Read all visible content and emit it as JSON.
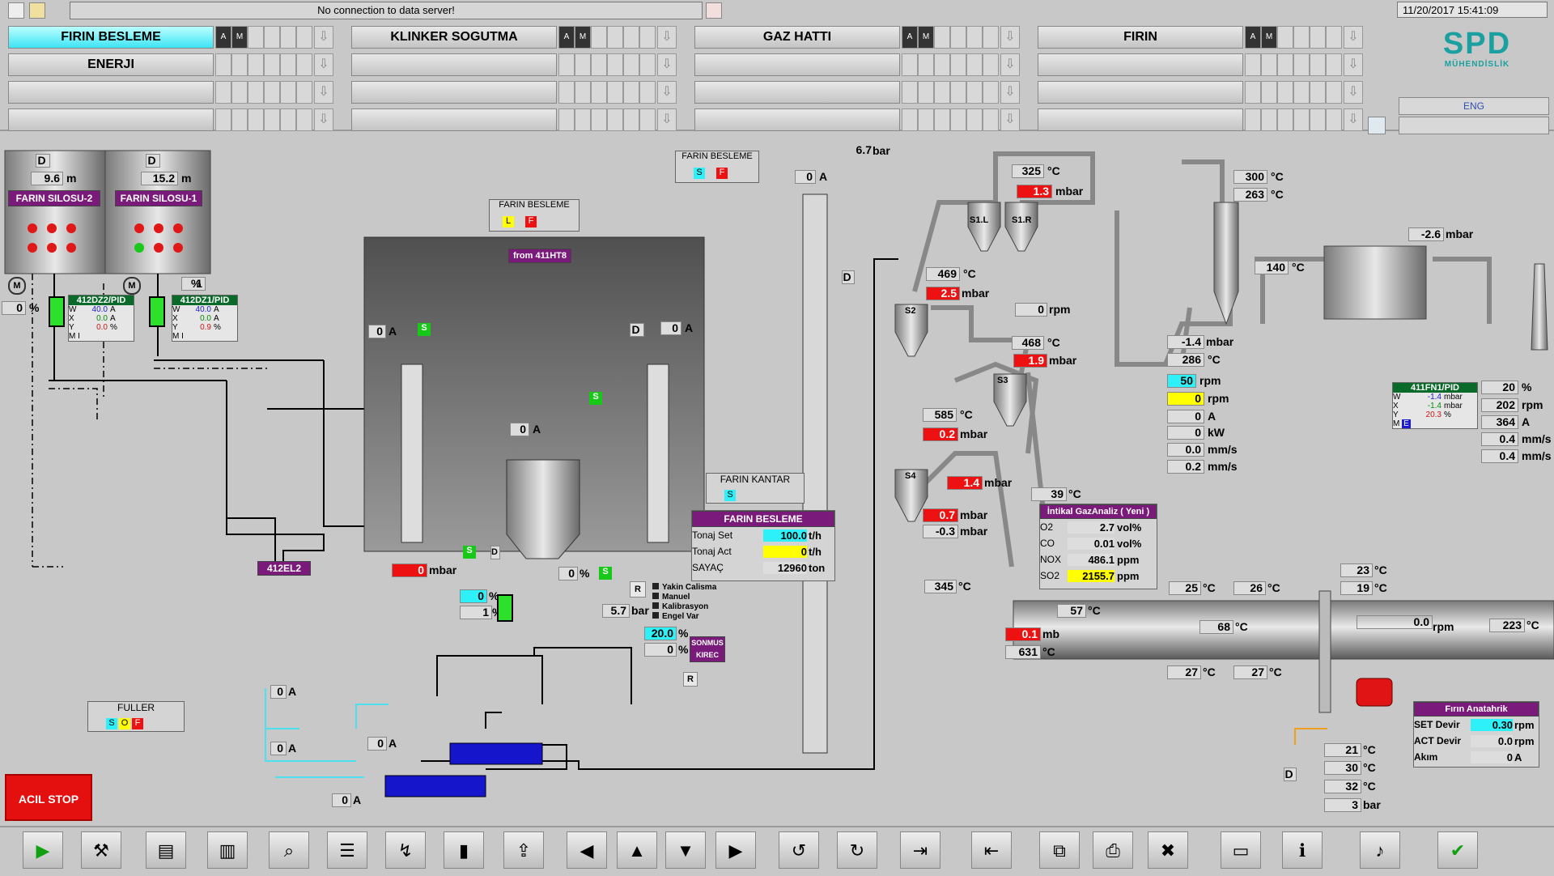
{
  "header": {
    "message": "No connection to data server!",
    "datetime": "11/20/2017 15:41:09",
    "am_a": "A",
    "am_m": "M",
    "logo_big": "SPD",
    "logo_small": "MÜHENDİSLİK",
    "language": "ENG"
  },
  "groups": [
    {
      "label": "FIRIN BESLEME",
      "active": true
    },
    {
      "label": "KLINKER SOGUTMA"
    },
    {
      "label": "GAZ HATTI"
    },
    {
      "label": "FIRIN"
    },
    {
      "label": "ENERJI"
    }
  ],
  "silos": {
    "s2": {
      "mode": "D",
      "level": "9.6",
      "unit": "m",
      "name": "FARIN SILOSU-2",
      "pct": "0",
      "pct_unit": "%"
    },
    "s1": {
      "mode": "D",
      "level": "15.2",
      "unit": "m",
      "name": "FARIN SILOSU-1",
      "pct": "1",
      "pct_unit": "%"
    }
  },
  "pid_412dz2": {
    "title": "412DZ2/PID",
    "w": "40.0",
    "w_u": "A",
    "x": "0.0",
    "x_u": "A",
    "y": "0.0",
    "y_u": "%",
    "m": "M",
    "i": "I"
  },
  "pid_412dz1": {
    "title": "412DZ1/PID",
    "w": "40.0",
    "w_u": "A",
    "x": "0.0",
    "x_u": "A",
    "y": "0.9",
    "y_u": "%",
    "m": "M",
    "i": "I"
  },
  "labels": {
    "w": "W",
    "x": "X",
    "y": "Y",
    "farin_besleme": "FARIN BESLEME",
    "from_411ht8": "from 411HT8",
    "el2": "412EL2",
    "farin_kantar": "FARIN KANTAR",
    "fuller": "FULLER",
    "sonmus_kirec": "SONMUS KIREC",
    "acil_stop": "ACIL STOP",
    "s": "S",
    "l": "L",
    "f": "F",
    "o": "O",
    "d": "D",
    "r": "R",
    "m": "M",
    "e": "E",
    "stage_s1l": "S1.L",
    "stage_s1r": "S1.R",
    "stage_s2": "S2",
    "stage_s3": "S3",
    "stage_s4": "S4",
    "legend1": "Yakin Calisma",
    "legend2": "Manuel",
    "legend3": "Kalibrasyon",
    "legend4": "Engel Var"
  },
  "values": {
    "bar_67": "6.7",
    "bar_unit": "bar",
    "elev_a": "0",
    "a_unit": "A",
    "left_a": "0",
    "right_a": "0",
    "mid_a": "0",
    "mbar_0": "0",
    "mbar_unit": "mbar",
    "pct_0": "0",
    "pct_unit": "%",
    "bar_57": "5.7",
    "pct_20": "20.0",
    "pct_0b": "0",
    "pct_0c": "0",
    "pct_1": "1",
    "a_680": "0",
    "a_750": "0",
    "a_b1": "0",
    "a_b2": "0"
  },
  "kantar": {
    "title": "FARIN BESLEME",
    "rows": [
      {
        "label": "Tonaj Set",
        "value": "100.0",
        "unit": "t/h",
        "color": "cyan"
      },
      {
        "label": "Tonaj Act",
        "value": "0",
        "unit": "t/h",
        "color": "yel"
      },
      {
        "label": "SAYAÇ",
        "value": "12960",
        "unit": "ton",
        "color": ""
      }
    ]
  },
  "preheater": {
    "t325": "325",
    "u_c": "°C",
    "p13": "1.3",
    "u_mbar": "mbar",
    "t469": "469",
    "p25": "2.5",
    "rpm0": "0",
    "u_rpm": "rpm",
    "t468": "468",
    "p19": "1.9",
    "t585": "585",
    "p02": "0.2",
    "p14": "1.4",
    "t39": "39",
    "p07": "0.7",
    "p03": "-0.3",
    "t345": "345",
    "p01": "0.1",
    "u_mb": "mb",
    "t631": "631"
  },
  "gas_analysis": {
    "title": "İntikal  GazAnaliz ( Yeni )",
    "rows": [
      {
        "label": "O2",
        "value": "2.7",
        "unit": "vol%",
        "color": ""
      },
      {
        "label": "CO",
        "value": "0.01",
        "unit": "vol%",
        "color": ""
      },
      {
        "label": "NOX",
        "value": "486.1",
        "unit": "ppm",
        "color": ""
      },
      {
        "label": "SO2",
        "value": "2155.7",
        "unit": "ppm",
        "color": "yel"
      }
    ]
  },
  "fan": {
    "t300": "300",
    "t263": "263",
    "p26": "-2.6",
    "t140": "140",
    "p14n": "-1.4",
    "t286": "286",
    "rpm50": "50",
    "u_rpm": "rpm",
    "rpm0": "0",
    "a0": "0",
    "u_a": "A",
    "kw0": "0",
    "u_kw": "kW",
    "v00": "0.0",
    "u_mms": "mm/s",
    "v02": "0.2"
  },
  "pid_411fn1": {
    "title": "411FN1/PID",
    "w": "-1.4",
    "w_u": "mbar",
    "x": "-1.4",
    "x_u": "mbar",
    "y": "20.3",
    "y_u": "%",
    "m": "M",
    "e": "E"
  },
  "right_vals": {
    "pct20": "20",
    "rpm202": "202",
    "a364": "364",
    "v04a": "0.4",
    "v04b": "0.4"
  },
  "kiln": {
    "t25": "25",
    "t26": "26",
    "t23": "23",
    "t19": "19",
    "t57": "57",
    "t68": "68",
    "rpm00": "0.0",
    "t223": "223",
    "t27a": "27",
    "t27b": "27",
    "t21": "21",
    "t30": "30",
    "t32": "32",
    "b3": "3",
    "u_bar": "bar"
  },
  "anatahrik": {
    "title": "Fırın Anatahrik",
    "rows": [
      {
        "label": "SET Devir",
        "value": "0.30",
        "unit": "rpm",
        "color": "cyan"
      },
      {
        "label": "ACT Devir",
        "value": "0.0",
        "unit": "rpm",
        "color": ""
      },
      {
        "label": "Akım",
        "value": "0",
        "unit": "A",
        "color": ""
      }
    ]
  },
  "toolbar": [
    {
      "name": "play-icon",
      "glyph": "▶"
    },
    {
      "name": "tools-icon",
      "glyph": "⚒"
    },
    {
      "name": "report-icon",
      "glyph": "▤"
    },
    {
      "name": "report-c-icon",
      "glyph": "▥"
    },
    {
      "name": "search-doc-icon",
      "glyph": "⌕"
    },
    {
      "name": "list-icon",
      "glyph": "☰"
    },
    {
      "name": "trend-icon",
      "glyph": "↯"
    },
    {
      "name": "thermo-icon",
      "glyph": "▮"
    },
    {
      "name": "export-icon",
      "glyph": "⇪"
    },
    {
      "name": "arrow-left-icon",
      "glyph": "◀"
    },
    {
      "name": "arrow-up-icon",
      "glyph": "▲"
    },
    {
      "name": "arrow-down-icon",
      "glyph": "▼"
    },
    {
      "name": "arrow-right-icon",
      "glyph": "▶"
    },
    {
      "name": "undo-icon",
      "glyph": "↺"
    },
    {
      "name": "redo-icon",
      "glyph": "↻"
    },
    {
      "name": "login-icon",
      "glyph": "⇥"
    },
    {
      "name": "logout-icon",
      "glyph": "⇤"
    },
    {
      "name": "copy-icon",
      "glyph": "⧉"
    },
    {
      "name": "print-icon",
      "glyph": "⎙"
    },
    {
      "name": "delete-icon",
      "glyph": "✖"
    },
    {
      "name": "monitor-icon",
      "glyph": "▭"
    },
    {
      "name": "info-icon",
      "glyph": "ℹ"
    },
    {
      "name": "sound-icon",
      "glyph": "♪"
    },
    {
      "name": "ack-icon",
      "glyph": "✔"
    }
  ]
}
